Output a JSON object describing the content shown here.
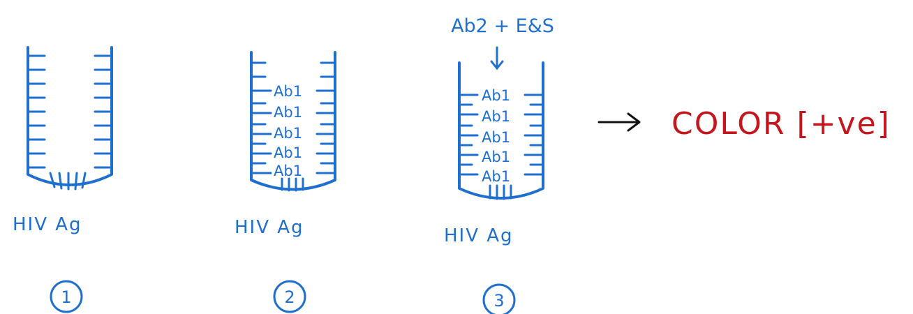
{
  "wells": [
    {
      "label": "HIV Ag",
      "number": "1",
      "layers": []
    },
    {
      "label": "HIV Ag",
      "number": "2",
      "layers": [
        "Ab1",
        "Ab1",
        "Ab1",
        "Ab1",
        "Ab1"
      ]
    },
    {
      "label": "HIV Ag",
      "number": "3",
      "layers": [
        "Ab1",
        "Ab1",
        "Ab1",
        "Ab1",
        "Ab1"
      ]
    }
  ],
  "added_reagent": "Ab2 + E&S",
  "result": "COLOR [+ve]",
  "colors": {
    "ink": "#1f6fcf",
    "result": "#c4161c"
  }
}
